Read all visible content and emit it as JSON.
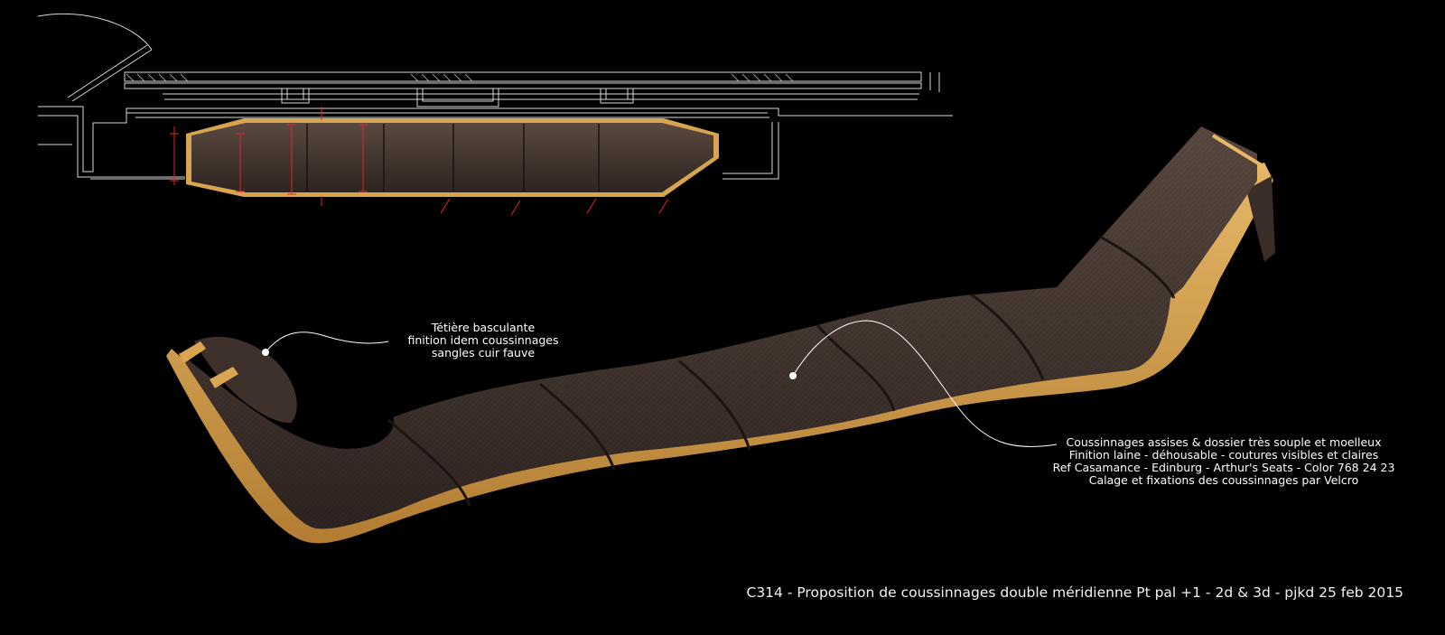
{
  "colors": {
    "background": "#000000",
    "wood": "#d7a54e",
    "wood_dark": "#a9742c",
    "fabric": "#4a3b34",
    "fabric_dark": "#2f2420",
    "line": "#d9d9d9",
    "dimension": "#e0262a"
  },
  "annotations": {
    "headrest": {
      "line1": "Tétière basculante",
      "line2": "finition idem coussinnages",
      "line3": "sangles cuir fauve"
    },
    "cushions": {
      "line1": "Coussinnages assises & dossier très souple et moelleux",
      "line2": "Finition laine - déhousable - coutures visibles et claires",
      "line3": "Ref Casamance - Edinburg - Arthur's Seats - Color 768 24 23",
      "line4": "Calage et fixations des coussinnages par Velcro"
    }
  },
  "caption": "C314 - Proposition de coussinnages double méridienne Pt pal +1  -  2d  & 3d  -  pjkd 25 feb 2015"
}
